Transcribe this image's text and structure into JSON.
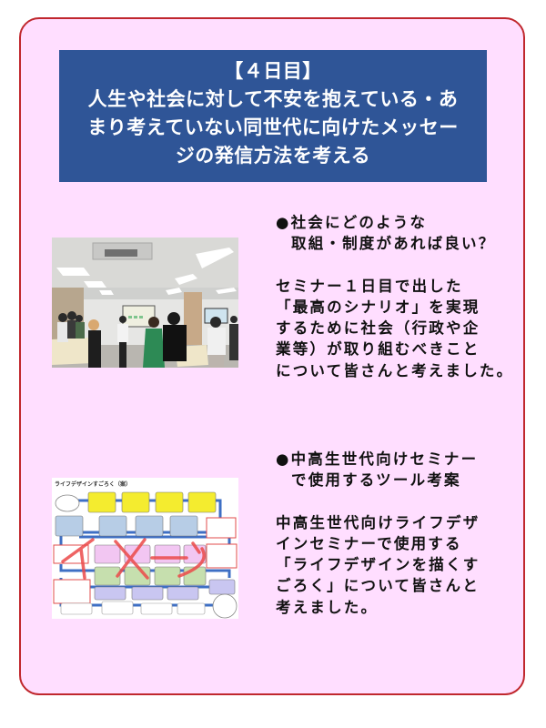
{
  "header": {
    "lines": [
      "【４日目】",
      "人生や社会に対して不安を抱えている・あ",
      "まり考えていない同世代に向けたメッセー",
      "ジの発信方法を考える"
    ]
  },
  "sections": [
    {
      "heading_lines": [
        "●社会にどのような",
        "取組・制度があれば良い？"
      ],
      "body_lines": [
        "セミナー１日目で出した",
        "「最高のシナリオ」を実現",
        "するために社会（行政や企",
        "業等）が取り組むべきこと",
        "について皆さんと考えました。"
      ],
      "image": {
        "type": "photo",
        "description": "workshop-room-photo"
      }
    },
    {
      "heading_lines": [
        "●中高生世代向けセミナー",
        "で使用するツール考案"
      ],
      "body_lines": [
        "中高生世代向けライフデザ",
        "インセミナーで使用する",
        "「ライフデザインを描くす",
        "ごろく」について皆さんと",
        "考えました。"
      ],
      "image": {
        "type": "diagram",
        "title": "ライフデザインすごろく（案）",
        "overlay_text": "イメージ"
      }
    }
  ],
  "colors": {
    "card_background": "#ffdeff",
    "card_border": "#c0272d",
    "header_background": "#2f5597",
    "header_text": "#ffffff",
    "body_text": "#111111"
  }
}
